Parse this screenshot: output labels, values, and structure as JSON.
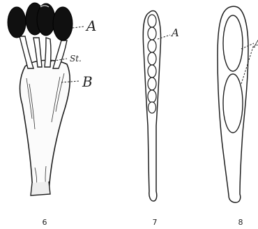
{
  "figures": [
    {
      "number": "6",
      "labels": {
        "spores": "A",
        "sterigmata": "St.",
        "basidium": "B"
      }
    },
    {
      "number": "7",
      "labels": {
        "spores": "A"
      }
    },
    {
      "number": "8",
      "labels": {
        "spores": "A"
      }
    }
  ],
  "colors": {
    "ink": "#1f1f1f",
    "paper": "#ffffff"
  }
}
